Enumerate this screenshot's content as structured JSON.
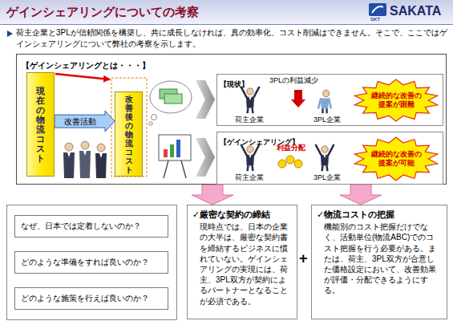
{
  "diagram": {
    "title": "ゲインシェアリングについての考察",
    "nodes": [
      {
        "text": [
          "【ゲインシェアリングとは・・・】"
        ]
      },
      {
        "text": [
          "現在の物流コスト"
        ],
        "in": 0
      },
      {
        "text": [
          "改善後の物流コスト"
        ],
        "in": 0
      },
      {
        "text": [
          "【現状】"
        ],
        "in": 0
      },
      {
        "text": [
          "継続的な改善の提案が困難"
        ],
        "in": 3
      },
      {
        "text": [
          "【ゲインシェアリング】"
        ],
        "in": 0
      },
      {
        "text": [
          "継続的な改善の提案が可能"
        ],
        "in": 5
      },
      {
        "text": [
          "なぜ、日本では定着しないのか？"
        ]
      },
      {
        "text": [
          "どのような準備をすれば良いのか？"
        ]
      },
      {
        "text": [
          "どのような施策を行えば良いのか？"
        ]
      },
      {
        "text": [
          "✓厳密な契約の締結",
          "現時点では、日本の企業の大半は、厳密な契約書を締結するビジネスに慣れていない。ゲインシェアリングの実現には、荷主、3PL双方が契約によるパートナーとなることが必須である。"
        ]
      },
      {
        "text": [
          "✓物流コストの把握",
          "機能別のコスト把握だけでなく、活動単位(物流ABC)でのコスト把握を行う必要がある。または、荷主、3PL双方が合意した価格設定において、改善効果が評価・分配できるようにする。"
        ]
      }
    ],
    "edges": [
      {
        "from": 1,
        "to": 2,
        "label": "改善活動",
        "arrow": "to"
      },
      {
        "from": 0,
        "to": 10,
        "arrow": "to"
      },
      {
        "from": 0,
        "to": 11,
        "arrow": "to"
      }
    ],
    "labels": [
      "荷主企業と3PLが信頼関係を構築し、共に成長しなければ、真の効率化、コスト削減はできません。そこで、ここではゲインシェアリングについて弊社の考察を示します。",
      "SAKATA",
      "SKT",
      "3PLの利益減少",
      "荷主企業",
      "3PL企業",
      "利益分配",
      "荷主企業",
      "3PL企業",
      "+"
    ]
  }
}
